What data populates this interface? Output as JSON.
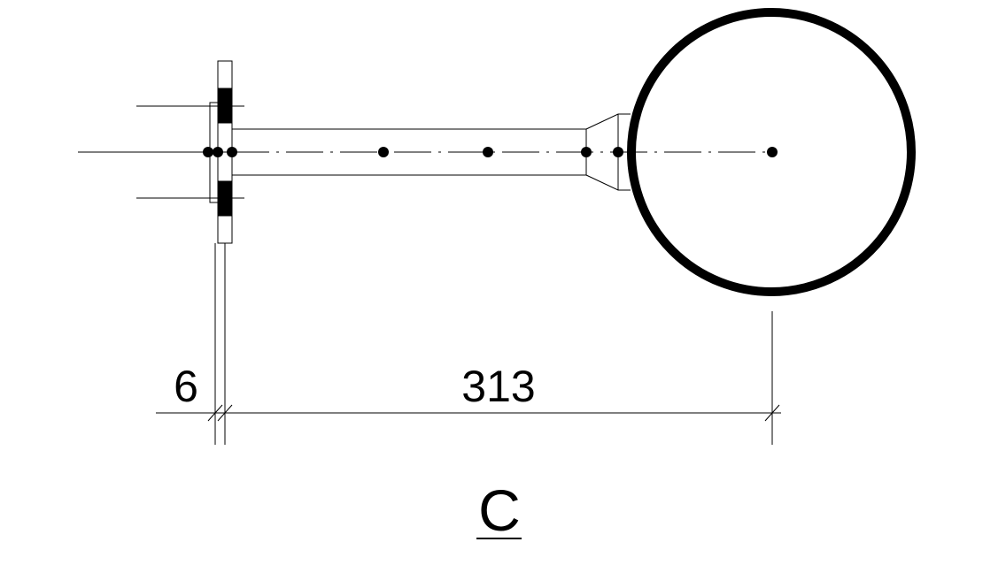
{
  "drawing": {
    "dimensions": [
      {
        "id": "flange-thickness",
        "value": "6"
      },
      {
        "id": "arm-length",
        "value": "313"
      }
    ],
    "detail_label": "C",
    "colors": {
      "line": "#000000",
      "background": "#ffffff"
    }
  }
}
